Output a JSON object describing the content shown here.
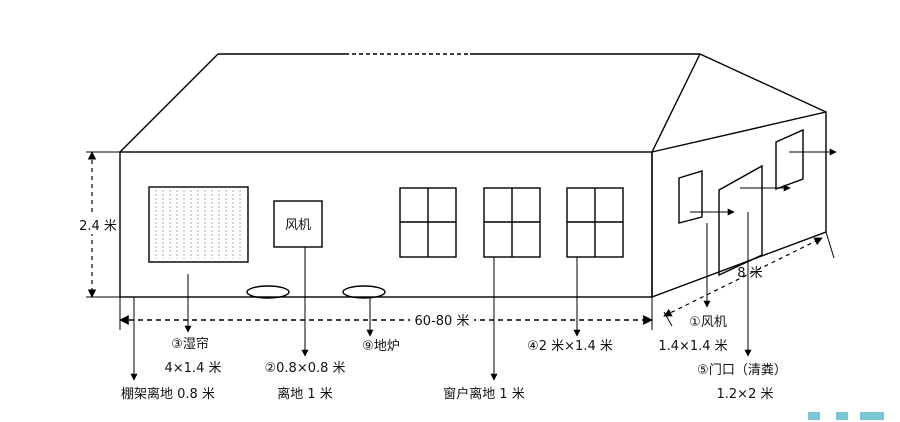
{
  "labels": {
    "height": "2.4 米",
    "fan_box": "风机",
    "length": "60-80 米",
    "width": "8 米",
    "item_wet_curtain": "③湿帘",
    "wet_curtain_size": "4×1.4 米",
    "item_fan_window": "②0.8×0.8 米",
    "fan_window_height": "离地 1 米",
    "item_floor_stove": "⑨地炉",
    "window_height": "窗户离地 1 米",
    "item_window_size": "④2 米×1.4 米",
    "item_fan": "①风机",
    "fan_size": "1.4×1.4 米",
    "item_door": "⑤门口（清粪）",
    "door_size": "1.2×2 米",
    "rack_height": "棚架离地 0.8 米"
  }
}
